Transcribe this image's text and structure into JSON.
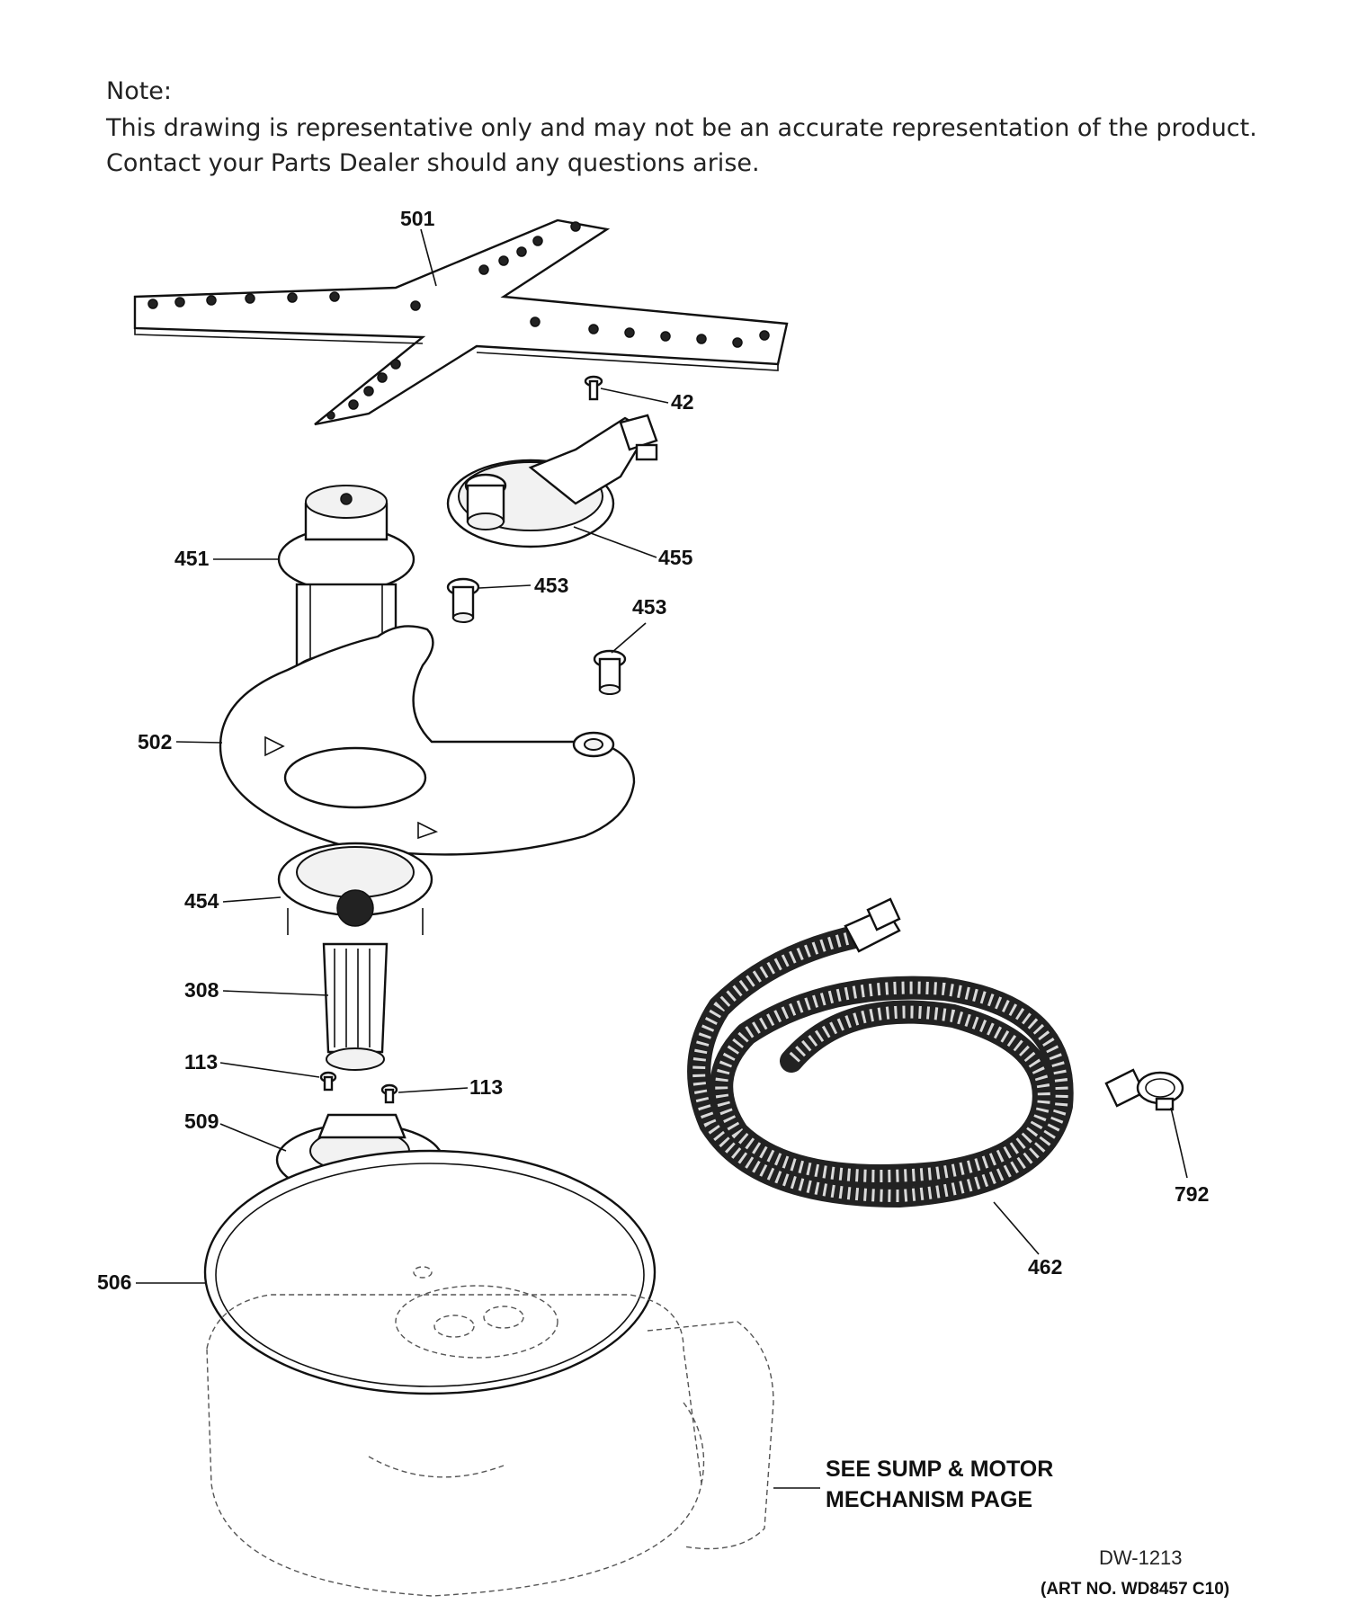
{
  "note": {
    "title": "Note:",
    "line1": "This drawing is representative only and may not be an accurate representation of the product.",
    "line2": "Contact your Parts Dealer should any questions arise."
  },
  "callouts": {
    "c501": "501",
    "c42": "42",
    "c451": "451",
    "c455": "455",
    "c453a": "453",
    "c453b": "453",
    "c502": "502",
    "c454": "454",
    "c308": "308",
    "c113a": "113",
    "c113b": "113",
    "c509": "509",
    "c506": "506",
    "c462": "462",
    "c792": "792"
  },
  "see_reference": {
    "line1": "SEE SUMP & MOTOR",
    "line2": "MECHANISM PAGE"
  },
  "drawing_code": "DW-1213",
  "art_number": "(ART NO. WD8457 C10)"
}
